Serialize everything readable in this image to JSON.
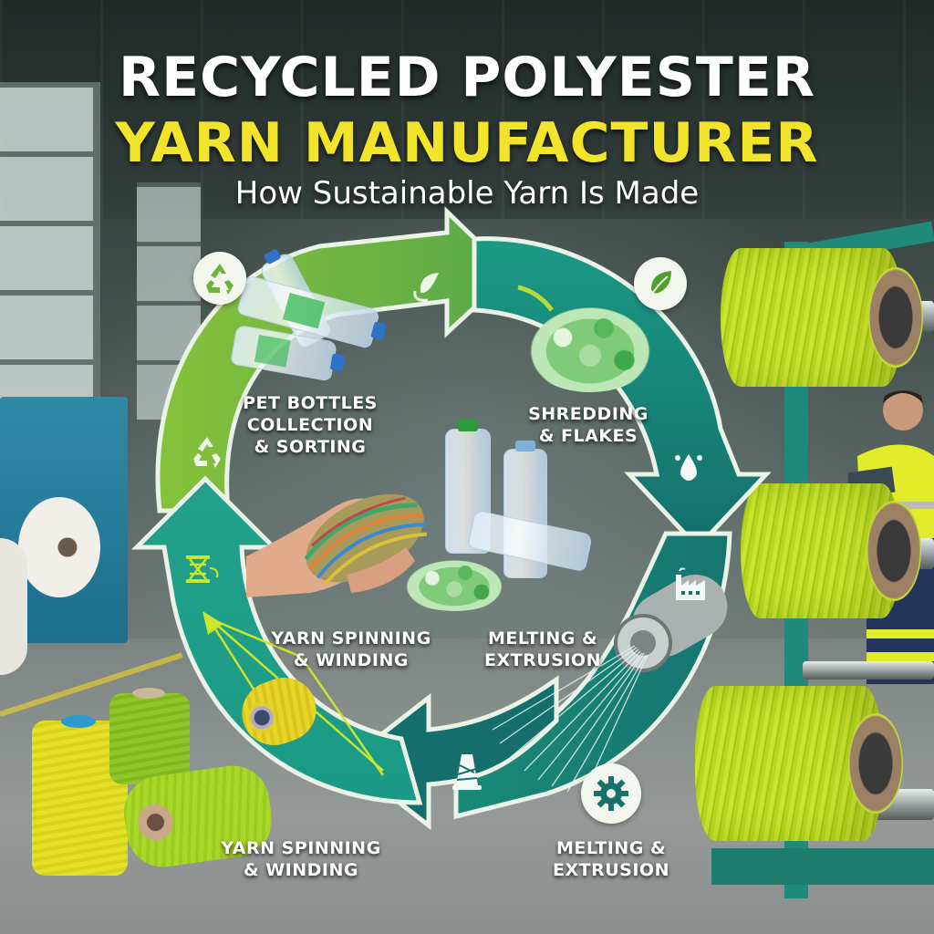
{
  "header": {
    "title_line1": "RECYCLED POLYESTER",
    "title_line2": "YARN MANUFACTURER",
    "subtitle": "How Sustainable Yarn Is Made"
  },
  "colors": {
    "title_white": "#ffffff",
    "title_yellow": "#f2e32b",
    "arc_light_green": "#7dbb35",
    "arc_teal": "#1a9380",
    "arc_dark_teal": "#126b68",
    "yarn_lime": "#c2e02a",
    "icon_circle_bg": "#f3f6ee"
  },
  "cycle_steps": [
    {
      "label_line1": "PET BOTTLES",
      "label_line2": "COLLECTION",
      "label_line3": "& SORTING",
      "icon": "recycle-icon"
    },
    {
      "label_line1": "SHREDDING",
      "label_line2": "& FLAKES",
      "icon": "leaf-icon"
    },
    {
      "label_line1": "MELTING &",
      "label_line2": "EXTRUSION",
      "icon": "factory-icon"
    },
    {
      "label_line1": "YARN SPINNING",
      "label_line2": "& WINDING",
      "icon": "yarn-spool-icon"
    }
  ],
  "bottom_labels": {
    "left_line1": "YARN SPINNING",
    "left_line2": "& WINDING",
    "right_line1": "MELTING &",
    "right_line2": "EXTRUSION"
  },
  "icons": {
    "top_left_circle": "recycle-icon",
    "arc_top": "leaf-icon",
    "top_right_circle": "leaf-icon",
    "arc_right_drop": "water-drop-icon",
    "arc_right_factory": "factory-icon",
    "arc_bottom": "thread-cone-icon",
    "bottom_right_circle": "gear-icon",
    "arc_left_recycle": "recycle-icon",
    "arc_left_spool": "yarn-spool-icon"
  }
}
